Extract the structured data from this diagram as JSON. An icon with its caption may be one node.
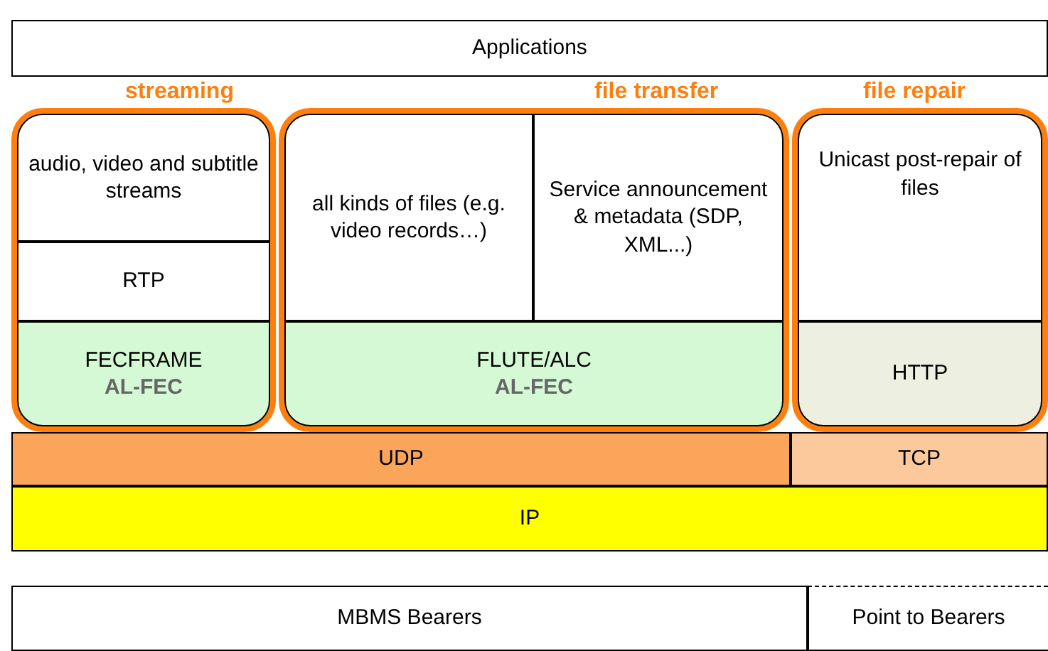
{
  "diagram": {
    "nodes": [
      {
        "text": [
          "Applications"
        ]
      },
      {
        "text": [
          "streaming"
        ]
      },
      {
        "text": [
          "audio, video and subtitle streams"
        ],
        "in": 1
      },
      {
        "text": [
          "RTP"
        ],
        "in": 1
      },
      {
        "text": [
          "FECFRAME",
          "AL-FEC"
        ],
        "in": 1
      },
      {
        "text": [
          "file transfer"
        ]
      },
      {
        "text": [
          "all kinds of files (e.g. video records…)"
        ],
        "in": 5
      },
      {
        "text": [
          "Service announcement & metadata (SDP, XML...)"
        ],
        "in": 5
      },
      {
        "text": [
          "FLUTE/ALC",
          "AL-FEC"
        ],
        "in": 5
      },
      {
        "text": [
          "file repair"
        ]
      },
      {
        "text": [
          "Unicast post-repair of files"
        ],
        "in": 9
      },
      {
        "text": [
          "HTTP"
        ],
        "in": 9
      },
      {
        "text": [
          "UDP"
        ]
      },
      {
        "text": [
          "TCP"
        ]
      },
      {
        "text": [
          "IP"
        ]
      },
      {
        "text": [
          "MBMS Bearers"
        ]
      },
      {
        "text": [
          "Point to Bearers"
        ]
      }
    ]
  }
}
